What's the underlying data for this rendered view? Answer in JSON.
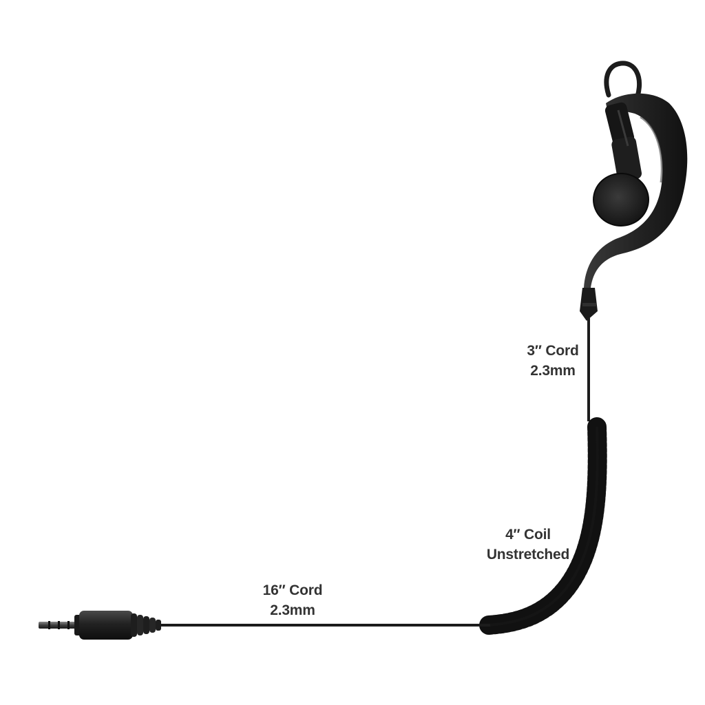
{
  "labels": {
    "upper_cord": {
      "line1": "3″ Cord",
      "line2": "2.3mm"
    },
    "coil": {
      "line1": "4″ Coil",
      "line2": "Unstretched"
    },
    "lower_cord": {
      "line1": "16″ Cord",
      "line2": "2.3mm"
    }
  },
  "colors": {
    "background": "#ffffff",
    "product": "#1c1c1c",
    "label_text": "#333333"
  },
  "icons": [
    "earpiece-icon",
    "coil-cord-icon",
    "plug-icon"
  ]
}
